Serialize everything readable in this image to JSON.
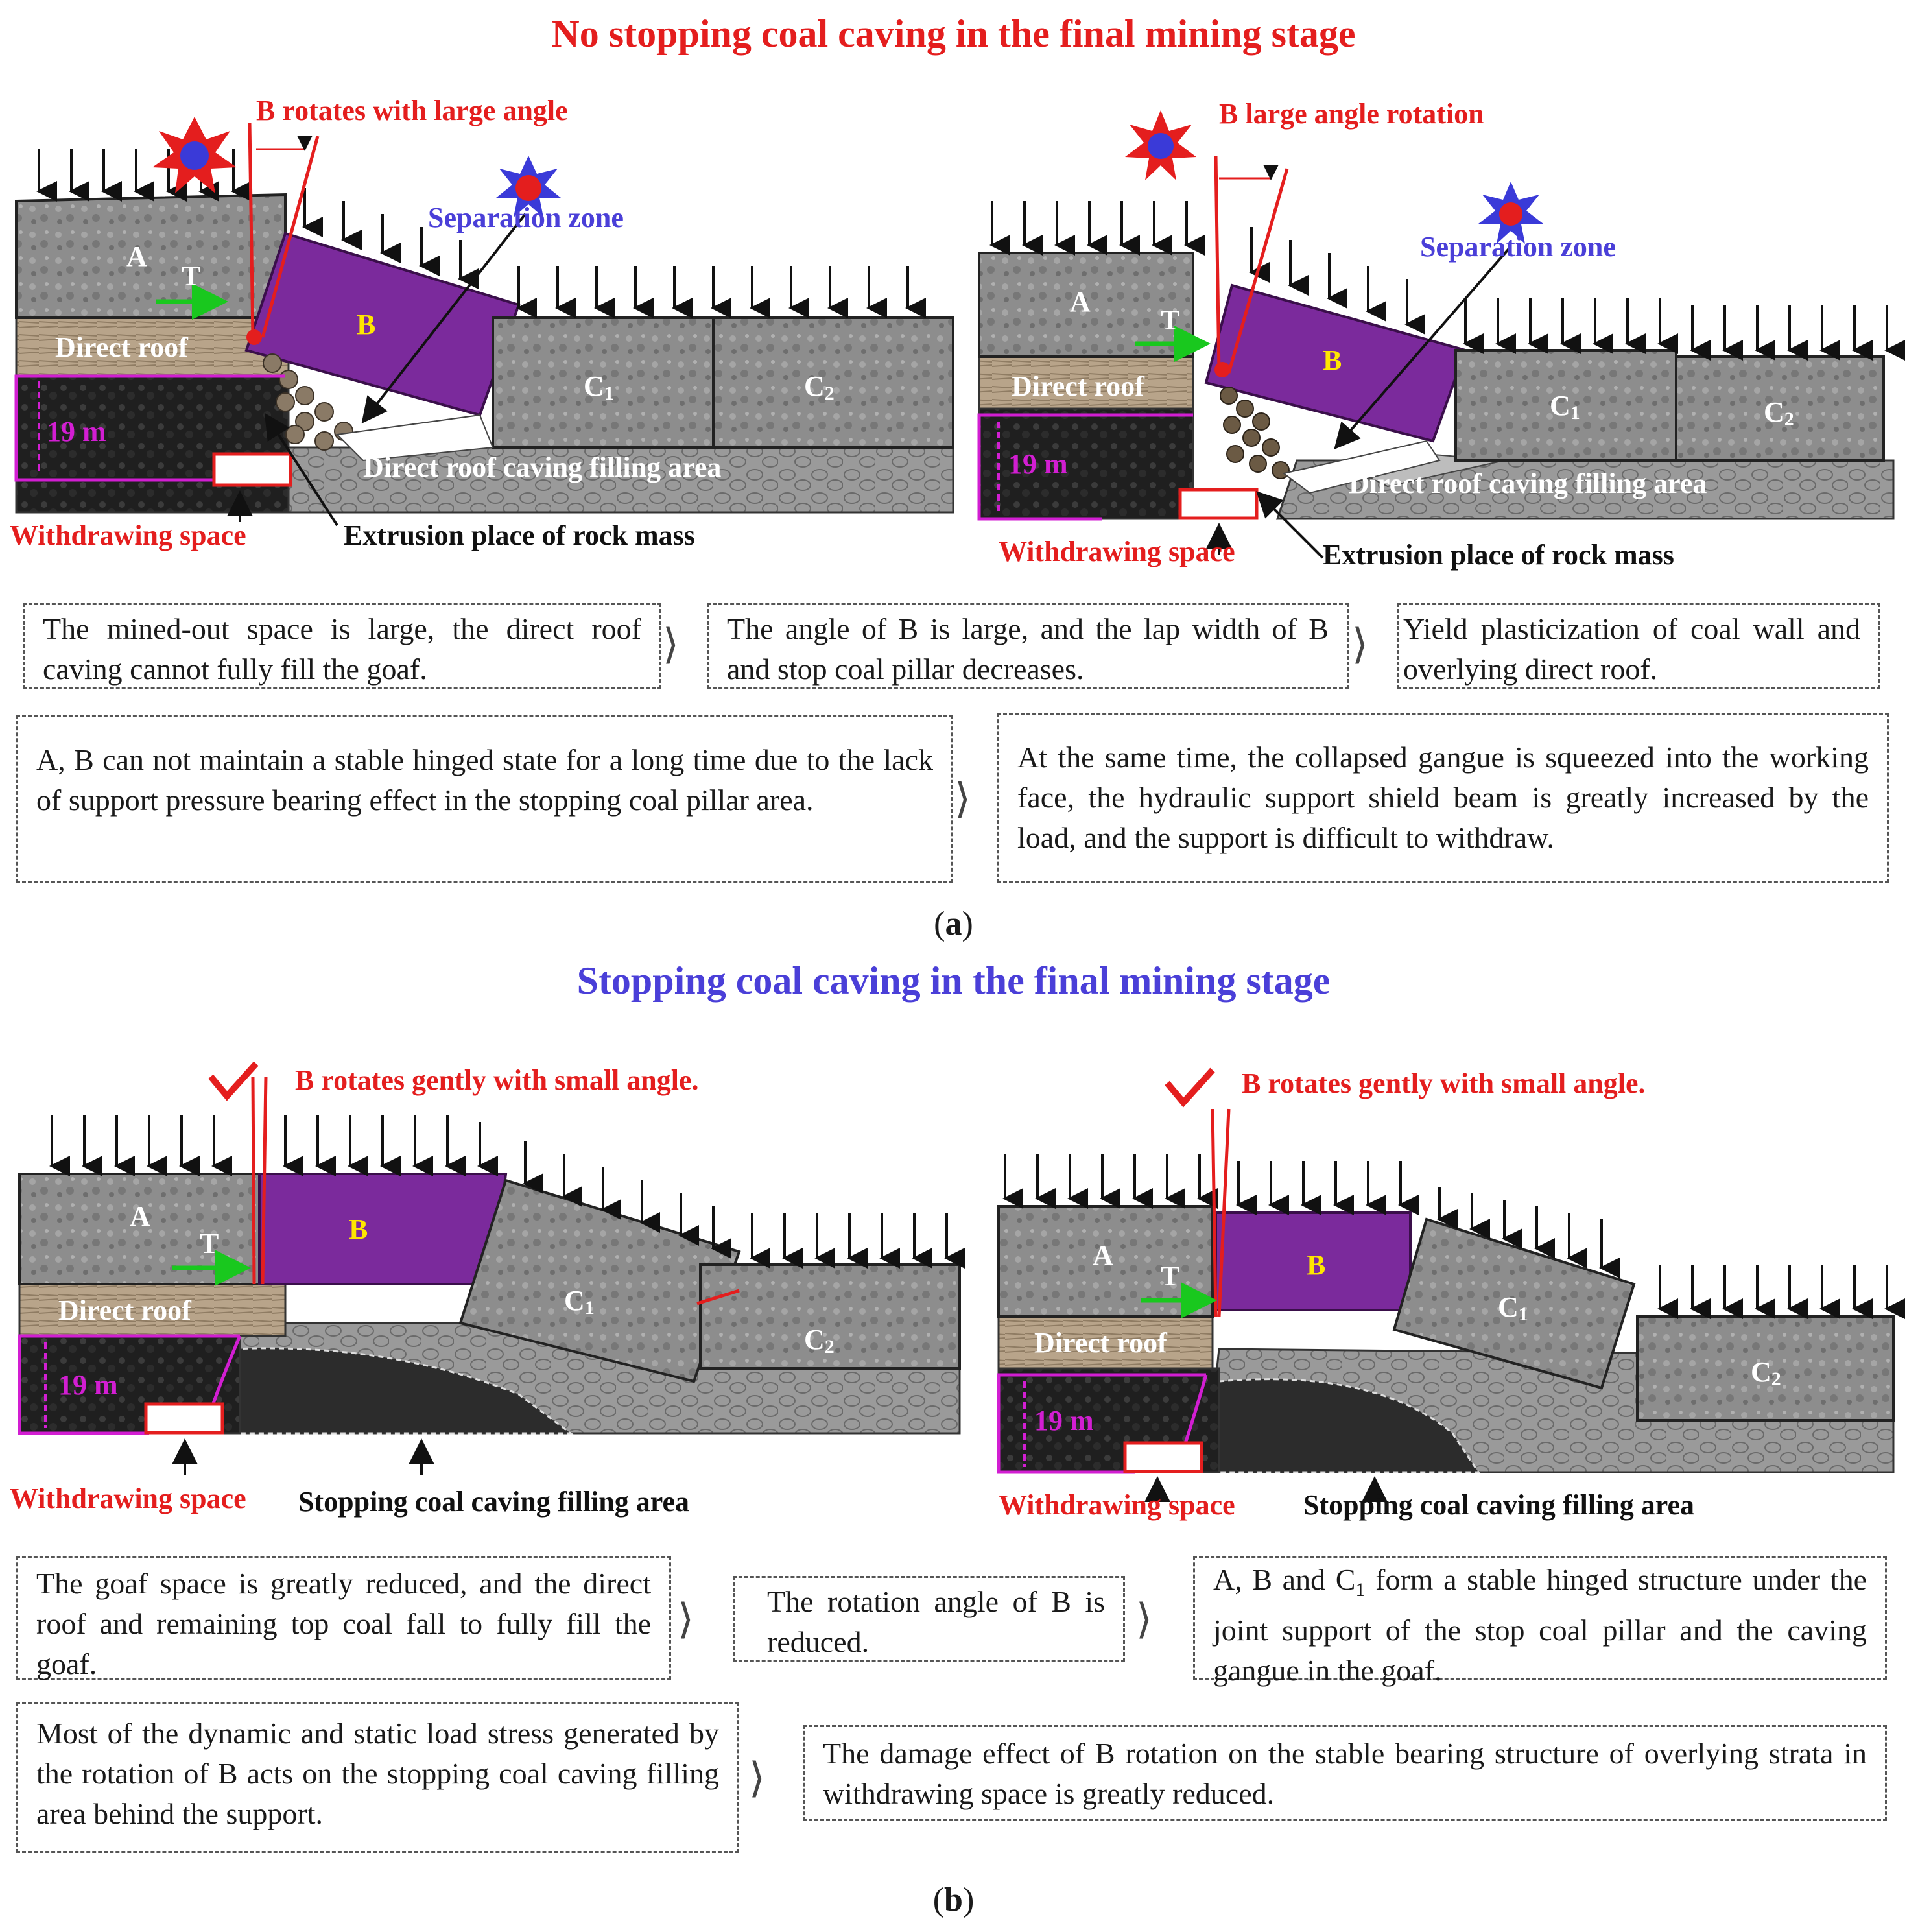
{
  "section_a": {
    "title": "No stopping coal caving in the final mining stage",
    "caption": "a",
    "left": {
      "label_rotation": "B rotates with large angle",
      "label_separation": "Separation zone",
      "block_A": "A",
      "block_T": "T",
      "block_B": "B",
      "block_C1": "C",
      "block_C1_sub": "1",
      "block_C2": "C",
      "block_C2_sub": "2",
      "direct_roof": "Direct roof",
      "height": "19 m",
      "filling_area": "Direct roof caving filling area",
      "withdrawing": "Withdrawing space",
      "extrusion": "Extrusion place of rock mass"
    },
    "right": {
      "label_rotation": "B large angle rotation",
      "label_separation": "Separation zone",
      "block_A": "A",
      "block_T": "T",
      "block_B": "B",
      "block_C1": "C",
      "block_C1_sub": "1",
      "block_C2": "C",
      "block_C2_sub": "2",
      "direct_roof": "Direct roof",
      "height": "19 m",
      "filling_area": "Direct roof caving filling area",
      "withdrawing": "Withdrawing space",
      "extrusion": "Extrusion place of rock mass"
    },
    "boxes": [
      "The mined-out space is large, the direct roof caving cannot fully fill the goaf.",
      "The angle of B is large, and the lap width of B and stop coal pillar decreases.",
      "Yield plasticization of coal wall and overlying direct roof.",
      "A, B can not maintain a stable hinged state for a long time due to the lack of support pressure bearing effect in the stopping coal pillar area.",
      "At the same time, the collapsed gangue is squeezed into the working face, the hydraulic support shield beam is greatly increased by the load, and the support is difficult to withdraw."
    ]
  },
  "section_b": {
    "title": "Stopping coal caving in the final mining stage",
    "caption": "b",
    "left": {
      "label_rotation": "B rotates gently with small angle.",
      "block_A": "A",
      "block_T": "T",
      "block_B": "B",
      "block_C1": "C",
      "block_C1_sub": "1",
      "block_C2": "C",
      "block_C2_sub": "2",
      "direct_roof": "Direct roof",
      "height": "19 m",
      "withdrawing": "Withdrawing space",
      "filling_area": "Stopping coal caving filling area"
    },
    "right": {
      "label_rotation": "B rotates gently with small angle.",
      "block_A": "A",
      "block_T": "T",
      "block_B": "B",
      "block_C1": "C",
      "block_C1_sub": "1",
      "block_C2": "C",
      "block_C2_sub": "2",
      "direct_roof": "Direct roof",
      "height": "19 m",
      "withdrawing": "Withdrawing space",
      "filling_area": "Stopping coal caving filling area"
    },
    "boxes": [
      "The goaf space is greatly reduced, and the direct roof and remaining top coal fall to fully fill the goaf.",
      "The rotation angle of B is reduced.",
      "A, B and C",
      "1",
      " form a stable hinged structure under the joint support of the stop coal pillar and the caving gangue in the goaf.",
      "Most of the dynamic and static load stress generated by the rotation of B acts on the stopping coal caving filling area behind the support.",
      "The damage effect of B rotation on the stable bearing structure of overlying strata in withdrawing space is greatly reduced."
    ]
  },
  "colors": {
    "red": "#e41e1e",
    "blue": "#4a3fd8",
    "purple": "#7b2a9c",
    "magenta": "#d21ed2",
    "rock": "#8d8d8d",
    "coal": "#1f1f1f",
    "roof": "#b8a48a",
    "yellow": "#ffe600",
    "green": "#19c81e"
  }
}
